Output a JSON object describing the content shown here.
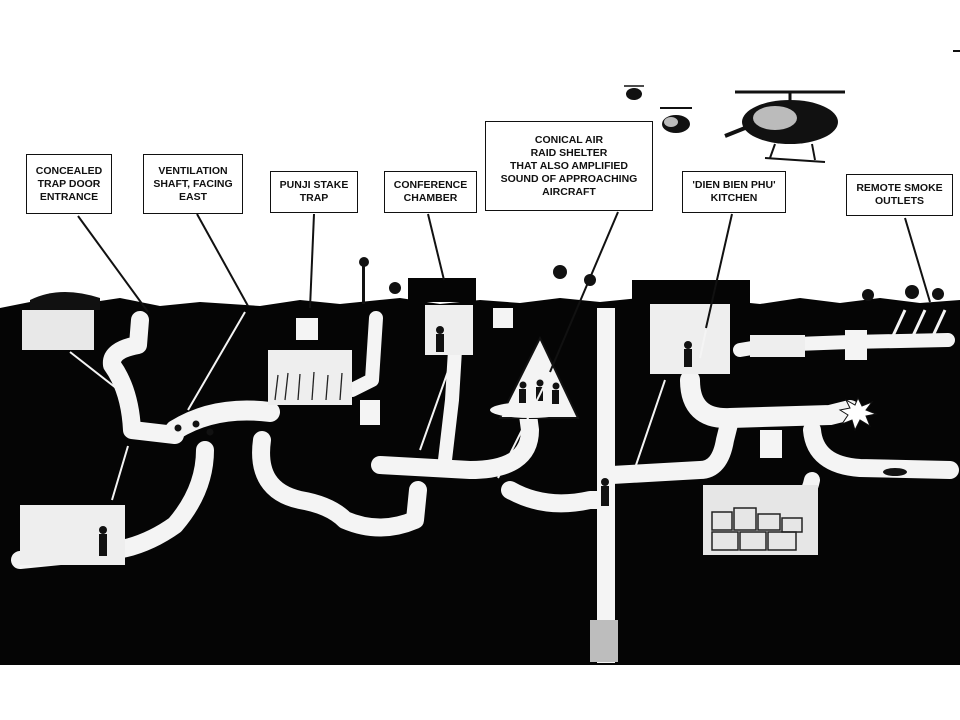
{
  "callouts": {
    "trap_door": "CONCEALED\nTRAP DOOR\nENTRANCE",
    "ventilation": "VENTILATION\nSHAFT, FACING\nEAST",
    "punji": "PUNJI STAKE\nTRAP",
    "conference": "CONFERENCE\nCHAMBER",
    "air_raid": "CONICAL AIR\nRAID SHELTER\nTHAT ALSO AMPLIFIED\nSOUND OF APPROACHING\nAIRCRAFT",
    "kitchen": "'DIEN BIEN PHU'\nKITCHEN",
    "smoke": "REMOTE SMOKE\nOUTLETS"
  },
  "colors": {
    "ground": "#050505",
    "tunnel": "#f4f4f4",
    "ink": "#111111",
    "sky": "#ffffff"
  },
  "icons": [
    "helicopter-icon",
    "soldier-icon",
    "explosion-icon",
    "tree-icon"
  ]
}
